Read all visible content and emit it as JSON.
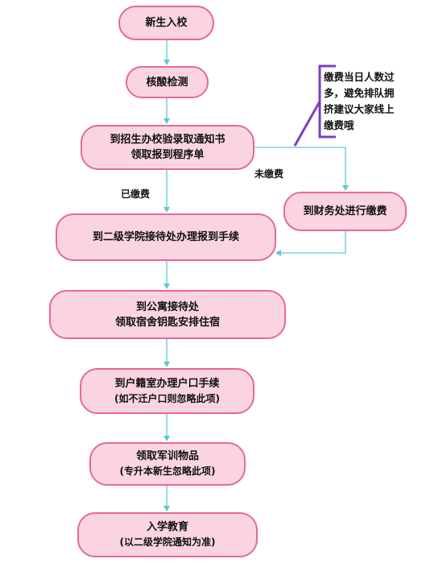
{
  "nodes": {
    "n1": {
      "line1": "新生入校"
    },
    "n2": {
      "line1": "核酸检测"
    },
    "n3": {
      "line1": "到招生办校验录取通知书",
      "line2": "领取报到程序单"
    },
    "n4": {
      "line1": "到财务处进行缴费"
    },
    "n5": {
      "line1": "到二级学院接待处办理报到手续"
    },
    "n6": {
      "line1": "到公寓接待处",
      "line2": "领取宿舍钥匙安排住宿"
    },
    "n7": {
      "line1": "到户籍室办理户口手续",
      "line2": "(如不迁户口则忽略此项)"
    },
    "n8": {
      "line1": "领取军训物品",
      "line2": "(专升本新生忽略此项)"
    },
    "n9": {
      "line1": "入学教育",
      "line2": "(以二级学院通知为准)"
    }
  },
  "edge_labels": {
    "paid": "已缴费",
    "unpaid": "未缴费"
  },
  "note": {
    "lines": [
      "缴费当日人数过",
      "多，避免排队拥",
      "挤建议大家线上",
      "缴费哦"
    ]
  },
  "colors": {
    "node_fill": "#fad5e1",
    "node_border": "#e7679a",
    "connector": "#5ec8d6",
    "note_bracket": "#7b3fbf"
  }
}
